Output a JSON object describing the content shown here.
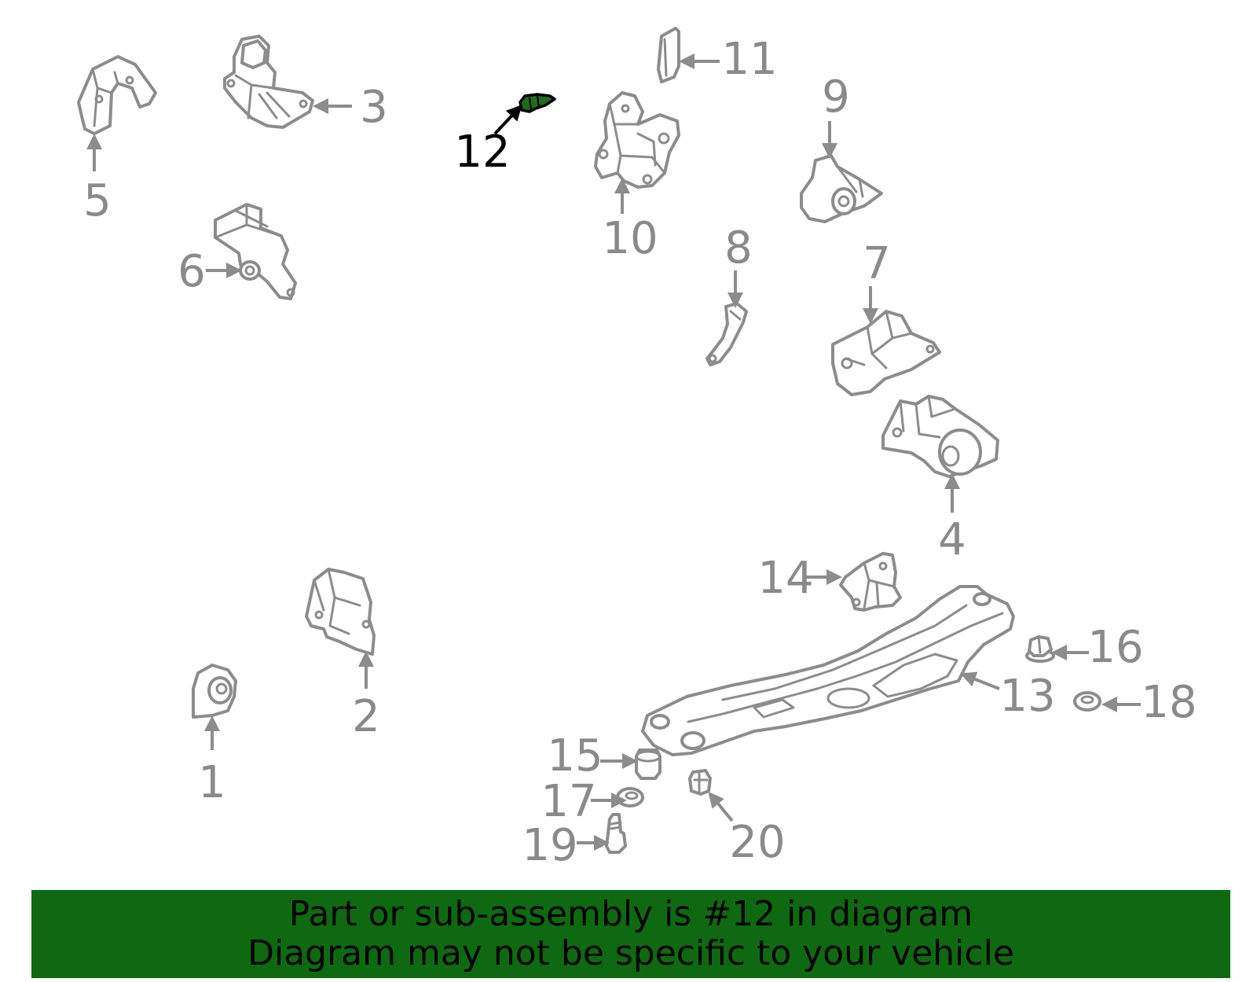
{
  "callouts": [
    {
      "id": "1",
      "label": "1",
      "highlighted": false
    },
    {
      "id": "2",
      "label": "2",
      "highlighted": false
    },
    {
      "id": "3",
      "label": "3",
      "highlighted": false
    },
    {
      "id": "4",
      "label": "4",
      "highlighted": false
    },
    {
      "id": "5",
      "label": "5",
      "highlighted": false
    },
    {
      "id": "6",
      "label": "6",
      "highlighted": false
    },
    {
      "id": "7",
      "label": "7",
      "highlighted": false
    },
    {
      "id": "8",
      "label": "8",
      "highlighted": false
    },
    {
      "id": "9",
      "label": "9",
      "highlighted": false
    },
    {
      "id": "10",
      "label": "10",
      "highlighted": false
    },
    {
      "id": "11",
      "label": "11",
      "highlighted": false
    },
    {
      "id": "12",
      "label": "12",
      "highlighted": true
    },
    {
      "id": "13",
      "label": "13",
      "highlighted": false
    },
    {
      "id": "14",
      "label": "14",
      "highlighted": false
    },
    {
      "id": "15",
      "label": "15",
      "highlighted": false
    },
    {
      "id": "16",
      "label": "16",
      "highlighted": false
    },
    {
      "id": "17",
      "label": "17",
      "highlighted": false
    },
    {
      "id": "18",
      "label": "18",
      "highlighted": false
    },
    {
      "id": "19",
      "label": "19",
      "highlighted": false
    },
    {
      "id": "20",
      "label": "20",
      "highlighted": false
    }
  ],
  "banner": {
    "line1": "Part or sub-assembly is #12 in diagram",
    "line2": "Diagram may not be specific to your vehicle"
  },
  "colors": {
    "highlight_part": "#1f6b1f",
    "banner_background": "#0f6910",
    "callout_text": "#8a8a8a",
    "highlight_text": "#000000"
  }
}
